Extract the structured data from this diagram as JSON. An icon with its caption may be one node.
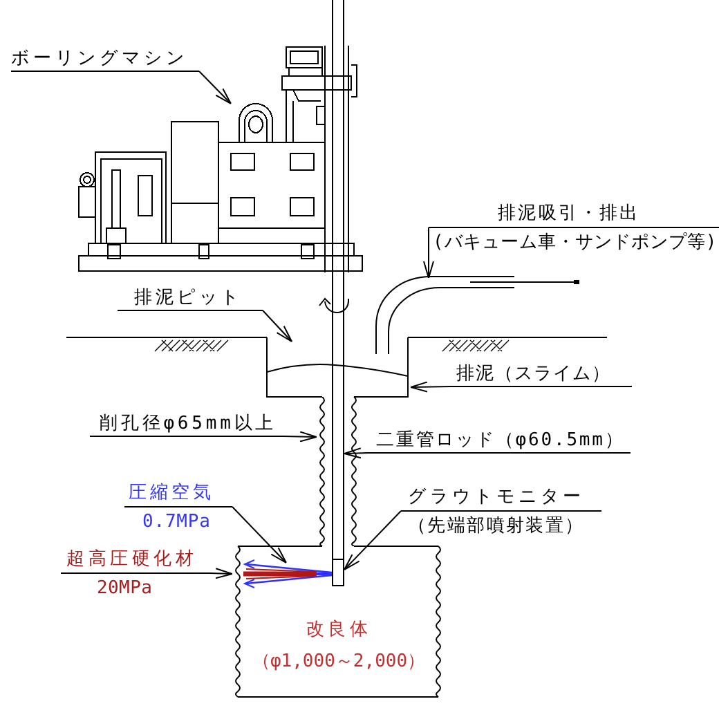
{
  "diagram": {
    "nodes": [
      {
        "text": [
          "ボーリングマシン"
        ]
      },
      {
        "text": [],
        "shape": "picture"
      },
      {
        "text": [
          "排泥吸引・排出",
          "(バキューム車・サンドポンプ等)"
        ]
      },
      {
        "text": [
          "排泥ピット"
        ]
      },
      {
        "text": [],
        "shape": "picture"
      },
      {
        "text": [
          "排泥（スライム）"
        ]
      },
      {
        "text": [
          "削孔径φ65mm以上"
        ]
      },
      {
        "text": [],
        "shape": "picture"
      },
      {
        "text": [
          "二重管ロッド（φ60.5mm）"
        ]
      },
      {
        "text": [],
        "shape": "bar"
      },
      {
        "text": [
          "圧縮空気",
          "0.7MPa"
        ]
      },
      {
        "text": [
          "グラウトモニター",
          "（先端部噴射装置）"
        ]
      },
      {
        "text": [
          "超高圧硬化材",
          "20MPa"
        ]
      },
      {
        "text": [
          "改良体",
          "（φ1,000～2,000）"
        ]
      },
      {
        "text": [],
        "shape": "box",
        "in": 13
      }
    ],
    "edges": [
      {
        "from": 0,
        "to": 1,
        "arrow": "to"
      },
      {
        "from": 2,
        "to": null,
        "arrow": "to"
      },
      {
        "from": 3,
        "to": 4,
        "arrow": "to"
      },
      {
        "from": 5,
        "to": 4,
        "arrow": "to"
      },
      {
        "from": 6,
        "to": 7,
        "arrow": "to"
      },
      {
        "from": 8,
        "to": 9,
        "arrow": "to"
      },
      {
        "from": 10,
        "to": 13,
        "arrow": "to"
      },
      {
        "from": 11,
        "to": 14,
        "arrow": "to"
      },
      {
        "from": 12,
        "to": 13,
        "arrow": "to"
      }
    ]
  }
}
